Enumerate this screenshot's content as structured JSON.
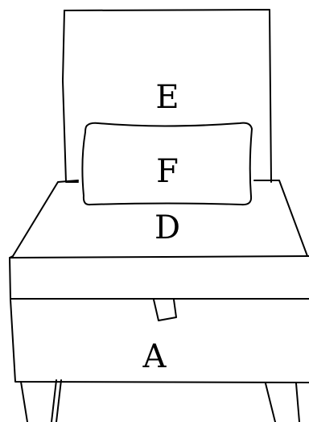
{
  "labels": {
    "backrest": "E",
    "pillow": "F",
    "seat_cushion": "D",
    "base": "A"
  },
  "colors": {
    "line": "#000000",
    "background": "#ffffff"
  }
}
